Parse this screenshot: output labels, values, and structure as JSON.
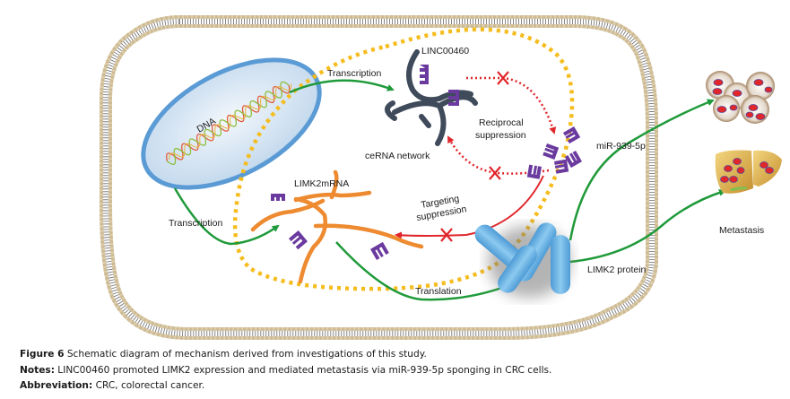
{
  "figure": {
    "labels": {
      "dna": "DNA",
      "transcription_top": "Transcription",
      "transcription_left": "Transcription",
      "linc": "LINC00460",
      "reciprocal_1": "Reciprocal",
      "reciprocal_2": "suppression",
      "cerna": "ceRNA network",
      "mir": "miR-939-5p",
      "limk2mrna": "LIMK2mRNA",
      "targeting_1": "Targeting",
      "targeting_2": "suppression",
      "translation": "Translation",
      "limk2_protein": "LIMK2 protein",
      "metastasis": "Metastasis"
    },
    "colors": {
      "membrane": "#d8c9a3",
      "nucleus_border": "#5b9bd5",
      "nucleus_fill": "#dce9f5",
      "lncrna": "#3f4a5a",
      "mirna": "#6a3a9e",
      "mrna": "#ee8a30",
      "activation_arrow": "#1f9a3a",
      "suppression_arrow": "#e0262b",
      "cerna_boundary": "#f5bc1c",
      "protein": "#6cb4e4"
    }
  },
  "caption": {
    "figure_label": "Figure 6",
    "figure_text": " Schematic diagram of mechanism derived from investigations of this study.",
    "notes_label": "Notes:",
    "notes_text": " LINC00460 promoted LIMK2 expression and mediated metastasis via miR-939-5p sponging in CRC cells.",
    "abbrev_label": "Abbreviation:",
    "abbrev_text": " CRC, colorectal cancer."
  }
}
